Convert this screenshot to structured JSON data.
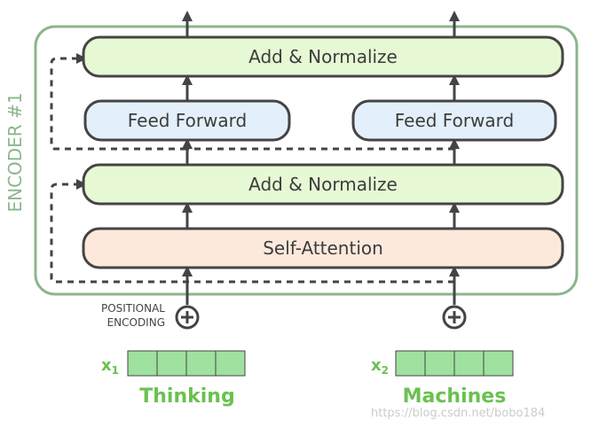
{
  "encoder": {
    "label": "ENCODER #1"
  },
  "layers": {
    "add_normalize_top": "Add & Normalize",
    "feed_forward_left": "Feed Forward",
    "feed_forward_right": "Feed Forward",
    "add_normalize_bottom": "Add & Normalize",
    "self_attention": "Self-Attention"
  },
  "positional_encoding": {
    "line1": "POSITIONAL",
    "line2": "ENCODING"
  },
  "inputs": [
    {
      "label": "x",
      "subscript": "1",
      "word": "Thinking"
    },
    {
      "label": "x",
      "subscript": "2",
      "word": "Machines"
    }
  ],
  "watermark": "https://blog.csdn.net/bobo184",
  "colors": {
    "encoder_border": "#8cb58c",
    "add_norm_fill": "#e6f9d4",
    "feed_forward_fill": "#e3f0fb",
    "self_attention_fill": "#fde9dc",
    "vector_fill": "#9fe19f",
    "word_green": "#6ac14f"
  }
}
